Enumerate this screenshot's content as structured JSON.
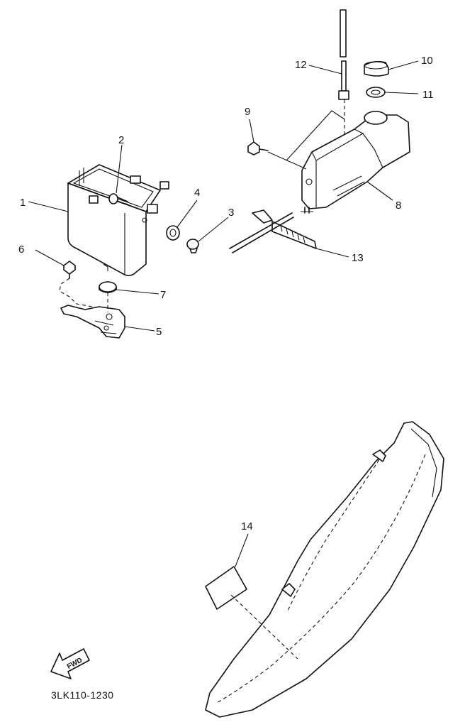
{
  "callouts": {
    "c1": "1",
    "c2": "2",
    "c3": "3",
    "c4": "4",
    "c5": "5",
    "c6": "6",
    "c7": "7",
    "c8": "8",
    "c9": "9",
    "c10": "10",
    "c11": "11",
    "c12": "12",
    "c13": "13",
    "c14": "14"
  },
  "direction_label": "FWD",
  "drawing_code": "3LK110-1230",
  "icons": {
    "direction": "fwd-arrow-icon"
  }
}
